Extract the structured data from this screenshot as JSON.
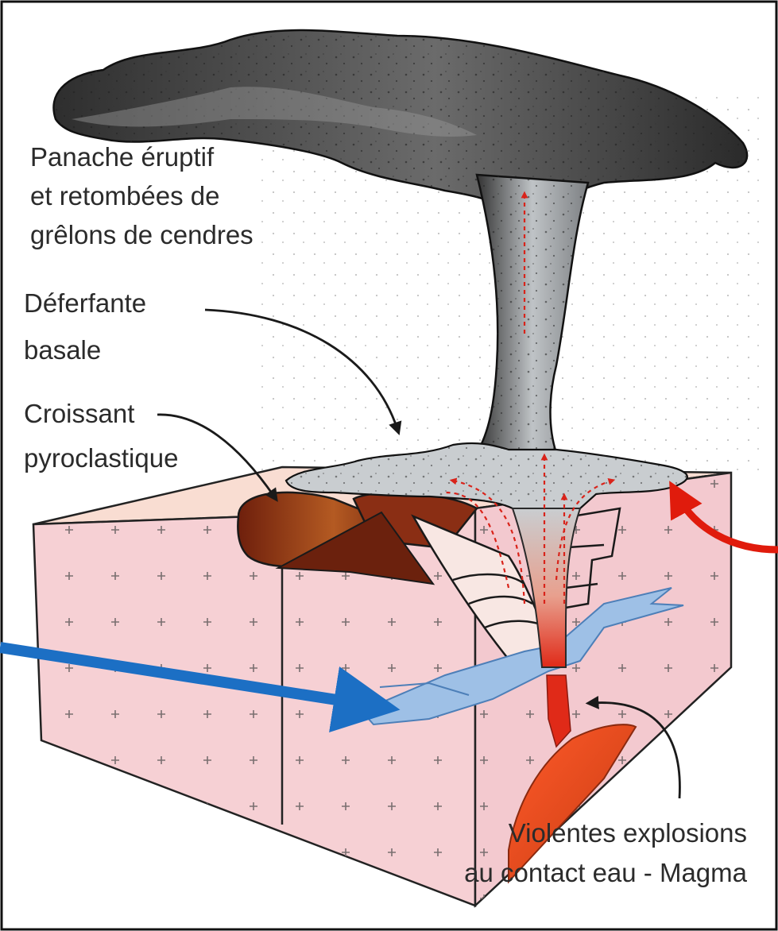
{
  "labels": {
    "panache": [
      "Panache éruptif",
      "et retombées de",
      "grêlons de cendres"
    ],
    "deferlante": [
      "Déferfante",
      "basale"
    ],
    "croissant": [
      "Croissant",
      "pyroclastique"
    ],
    "explosions": [
      "Violentes explosions",
      "au contact eau - Magma"
    ]
  },
  "colors": {
    "block_face": "#f6d0d4",
    "block_top": "#f9ddd2",
    "plume_dark": "#3a3a3a",
    "plume_light": "#c9cdd0",
    "water": "#9ec0e6",
    "magma": "#e3402a",
    "crater_brown": "#8a2e14",
    "arrow_blue": "#1c6fc4",
    "arrow_red": "#e01b0c"
  }
}
